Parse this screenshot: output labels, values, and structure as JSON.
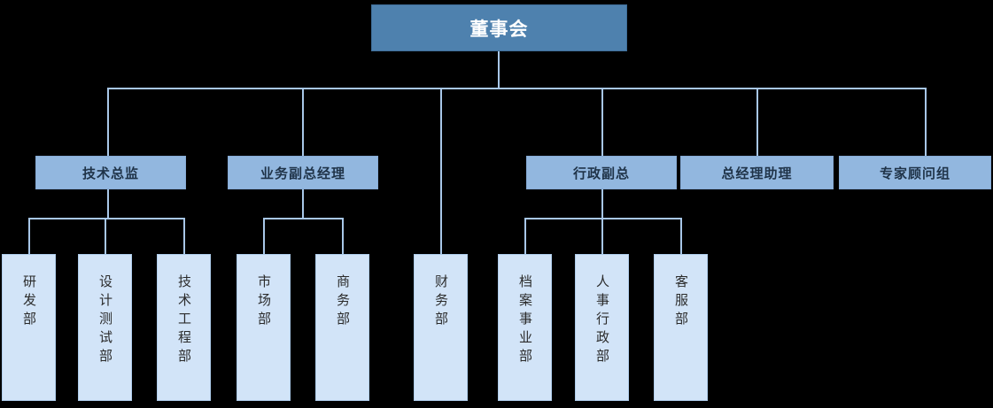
{
  "diagram": {
    "type": "organization-chart",
    "title": "",
    "colors": {
      "background": "#000000",
      "root_fill": "#4E81AE",
      "root_text": "#FFFFFF",
      "level2_fill": "#92B7DF",
      "level2_text": "#1F3348",
      "leaf_fill": "#D2E4F8",
      "leaf_text": "#2B2B2B",
      "connector": "#A8C7E8"
    },
    "root": {
      "label": "董事会"
    },
    "level2": [
      {
        "label": "技术总监"
      },
      {
        "label": "业务副总经理"
      },
      {
        "label": "行政副总"
      },
      {
        "label": "总经理助理"
      },
      {
        "label": "专家顾问组"
      }
    ],
    "leaves": [
      {
        "label": "研发部",
        "parent": "技术总监"
      },
      {
        "label": "设计测试部",
        "parent": "技术总监"
      },
      {
        "label": "技术工程部",
        "parent": "技术总监"
      },
      {
        "label": "市场部",
        "parent": "业务副总经理"
      },
      {
        "label": "商务部",
        "parent": "业务副总经理"
      },
      {
        "label": "财务部",
        "parent": "董事会"
      },
      {
        "label": "档案事业部",
        "parent": "行政副总"
      },
      {
        "label": "人事行政部",
        "parent": "行政副总"
      },
      {
        "label": "客服部",
        "parent": "行政副总"
      }
    ]
  }
}
